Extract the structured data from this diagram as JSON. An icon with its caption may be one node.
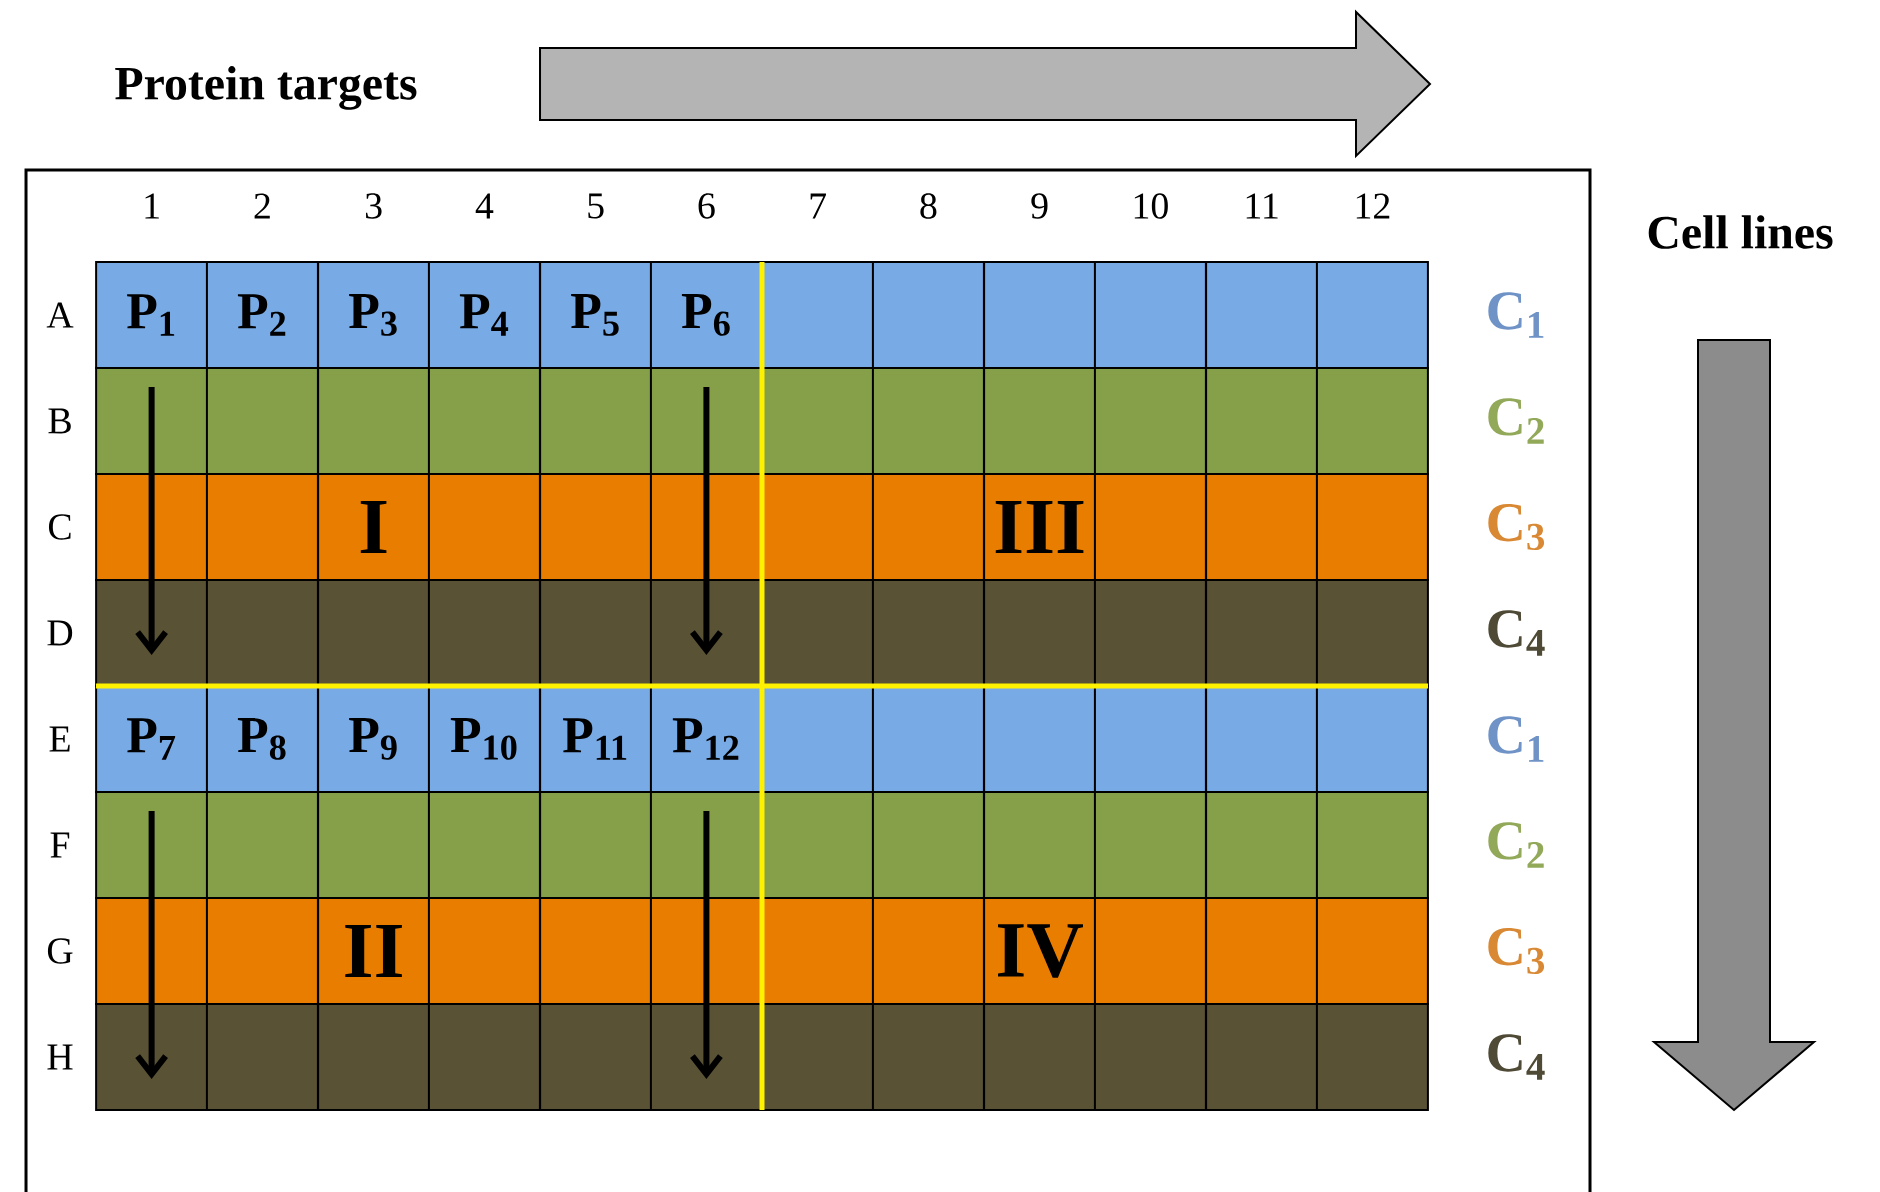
{
  "diagram": {
    "nodes": [
      {
        "text": [
          "P$_{1}$"
        ]
      },
      {
        "text": [
          "P$_{2}$"
        ]
      },
      {
        "text": [
          "P$_{3}$"
        ]
      },
      {
        "text": [
          "P$_{4}$"
        ]
      },
      {
        "text": [
          "P$_{5}$"
        ]
      },
      {
        "text": [
          "P$_{6}$"
        ]
      },
      {
        "text": [],
        "shape": "box"
      },
      {
        "text": [],
        "shape": "box"
      },
      {
        "text": [],
        "shape": "box"
      },
      {
        "text": [],
        "shape": "box"
      },
      {
        "text": [],
        "shape": "box"
      },
      {
        "text": [],
        "shape": "box"
      },
      {
        "text": [],
        "shape": "box"
      },
      {
        "text": [],
        "shape": "box"
      },
      {
        "text": [],
        "shape": "box"
      },
      {
        "text": [],
        "shape": "box"
      },
      {
        "text": [],
        "shape": "box"
      },
      {
        "text": [],
        "shape": "box"
      },
      {
        "text": [],
        "shape": "box"
      },
      {
        "text": [],
        "shape": "box"
      },
      {
        "text": [],
        "shape": "box"
      },
      {
        "text": [],
        "shape": "box"
      },
      {
        "text": [],
        "shape": "box"
      },
      {
        "text": [],
        "shape": "box"
      },
      {
        "text": [],
        "shape": "box"
      },
      {
        "text": [],
        "shape": "box"
      },
      {
        "text": [],
        "shape": "box"
      },
      {
        "text": [],
        "shape": "box"
      },
      {
        "text": [],
        "shape": "box"
      },
      {
        "text": [],
        "shape": "box"
      },
      {
        "text": [],
        "shape": "box"
      },
      {
        "text": [],
        "shape": "box"
      },
      {
        "text": [],
        "shape": "box"
      },
      {
        "text": [],
        "shape": "box"
      },
      {
        "text": [],
        "shape": "box"
      },
      {
        "text": [],
        "shape": "box"
      },
      {
        "text": [],
        "shape": "box"
      },
      {
        "text": [],
        "shape": "box"
      },
      {
        "text": [],
        "shape": "box"
      },
      {
        "text": [],
        "shape": "box"
      },
      {
        "text": [],
        "shape": "box"
      },
      {
        "text": [],
        "shape": "box"
      },
      {
        "text": [],
        "shape": "box"
      },
      {
        "text": [],
        "shape": "box"
      },
      {
        "text": [],
        "shape": "box"
      },
      {
        "text": [],
        "shape": "box"
      },
      {
        "text": [],
        "shape": "box"
      },
      {
        "text": [],
        "shape": "box"
      },
      {
        "text": [
          "P$_{7}$"
        ]
      },
      {
        "text": [
          "P$_{8}$"
        ]
      },
      {
        "text": [
          "P$_{9}$"
        ]
      },
      {
        "text": [
          "P$_{10}$"
        ]
      },
      {
        "text": [
          "P$_{11}$"
        ]
      },
      {
        "text": [
          "P$_{12}$"
        ]
      },
      {
        "text": [],
        "shape": "box"
      },
      {
        "text": [],
        "shape": "box"
      },
      {
        "text": [],
        "shape": "box"
      },
      {
        "text": [],
        "shape": "box"
      },
      {
        "text": [],
        "shape": "box"
      },
      {
        "text": [],
        "shape": "box"
      },
      {
        "text": [],
        "shape": "box"
      },
      {
        "text": [],
        "shape": "box"
      },
      {
        "text": [],
        "shape": "box"
      },
      {
        "text": [],
        "shape": "box"
      },
      {
        "text": [],
        "shape": "box"
      },
      {
        "text": [],
        "shape": "box"
      },
      {
        "text": [],
        "shape": "box"
      },
      {
        "text": [],
        "shape": "box"
      },
      {
        "text": [],
        "shape": "box"
      },
      {
        "text": [],
        "shape": "box"
      },
      {
        "text": [],
        "shape": "box"
      },
      {
        "text": [],
        "shape": "box"
      },
      {
        "text": [],
        "shape": "box"
      },
      {
        "text": [],
        "shape": "box"
      },
      {
        "text": [],
        "shape": "box"
      },
      {
        "text": [],
        "shape": "box"
      },
      {
        "text": [],
        "shape": "box"
      },
      {
        "text": [],
        "shape": "box"
      },
      {
        "text": [],
        "shape": "box"
      },
      {
        "text": [],
        "shape": "box"
      },
      {
        "text": [],
        "shape": "box"
      },
      {
        "text": [],
        "shape": "box"
      },
      {
        "text": [],
        "shape": "box"
      },
      {
        "text": [],
        "shape": "box"
      },
      {
        "text": [],
        "shape": "box"
      },
      {
        "text": [],
        "shape": "box"
      },
      {
        "text": [],
        "shape": "box"
      },
      {
        "text": [],
        "shape": "box"
      },
      {
        "text": [],
        "shape": "box"
      },
      {
        "text": [],
        "shape": "box"
      },
      {
        "text": [],
        "shape": "box"
      },
      {
        "text": [],
        "shape": "box"
      },
      {
        "text": [],
        "shape": "box"
      },
      {
        "text": [],
        "shape": "box"
      },
      {
        "text": [],
        "shape": "box"
      },
      {
        "text": [],
        "shape": "box"
      }
    ],
    "edges": [
      {
        "from": 12,
        "to": 24,
        "arrow": "none"
      },
      {
        "from": 24,
        "to": 36,
        "arrow": "to"
      },
      {
        "from": 17,
        "to": 29,
        "arrow": "none"
      },
      {
        "from": 29,
        "to": 41,
        "arrow": "to"
      },
      {
        "from": 60,
        "to": 72,
        "arrow": "none"
      },
      {
        "from": 72,
        "to": 84,
        "arrow": "to"
      },
      {
        "from": 65,
        "to": 77,
        "arrow": "none"
      },
      {
        "from": 77,
        "to": 89,
        "arrow": "to"
      }
    ],
    "labels": [
      "Protein targets",
      "Cell lines",
      "1",
      "2",
      "3",
      "4",
      "5",
      "6",
      "7",
      "8",
      "9",
      "10",
      "11",
      "12",
      "A",
      "C$_{1}$",
      "B",
      "C$_{2}$",
      "C",
      "I",
      "III",
      "C$_{3}$",
      "D",
      "C$_{4}$",
      "E",
      "C$_{1}$",
      "F",
      "C$_{2}$",
      "G",
      "II",
      "IV",
      "C$_{3}$",
      "H",
      "C$_{4}$"
    ]
  }
}
